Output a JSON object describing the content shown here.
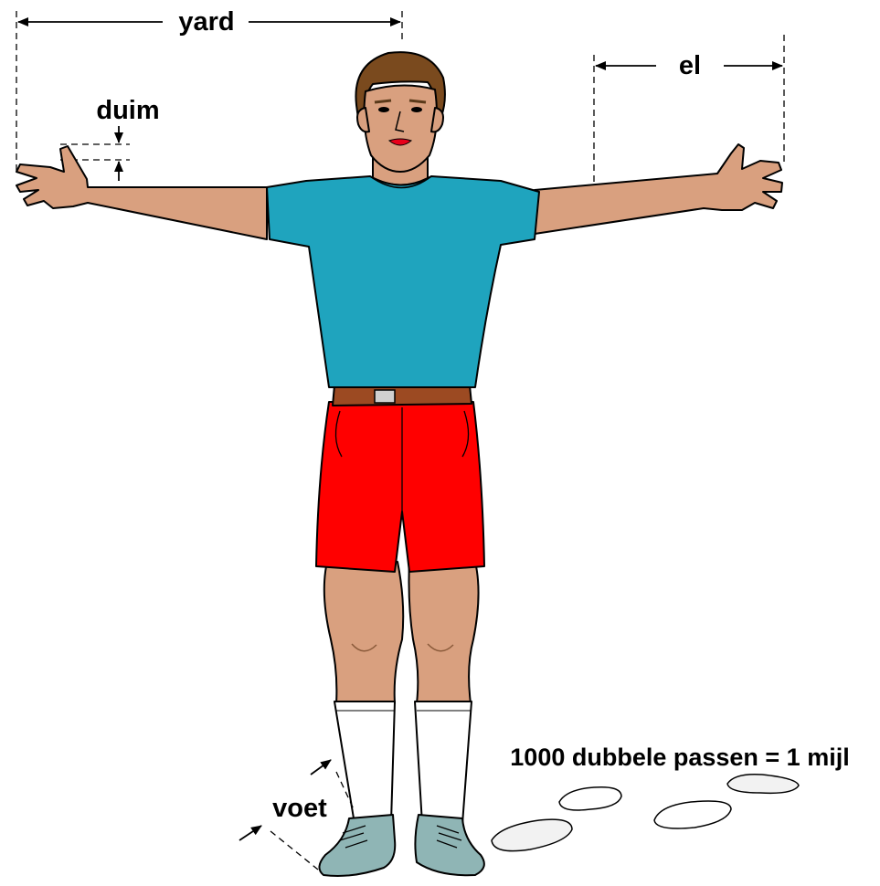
{
  "labels": {
    "yard": "yard",
    "el": "el",
    "duim": "duim",
    "voet": "voet",
    "mijl": "1000 dubbele passen = 1 mijl"
  },
  "colors": {
    "skin": "#D9A07F",
    "shirt": "#1FA4BE",
    "shorts": "#FF0000",
    "belt": "#9C4A22",
    "hair": "#7A4A1E",
    "socks": "#FFFFFF",
    "shoes": "#8FB5B5"
  }
}
